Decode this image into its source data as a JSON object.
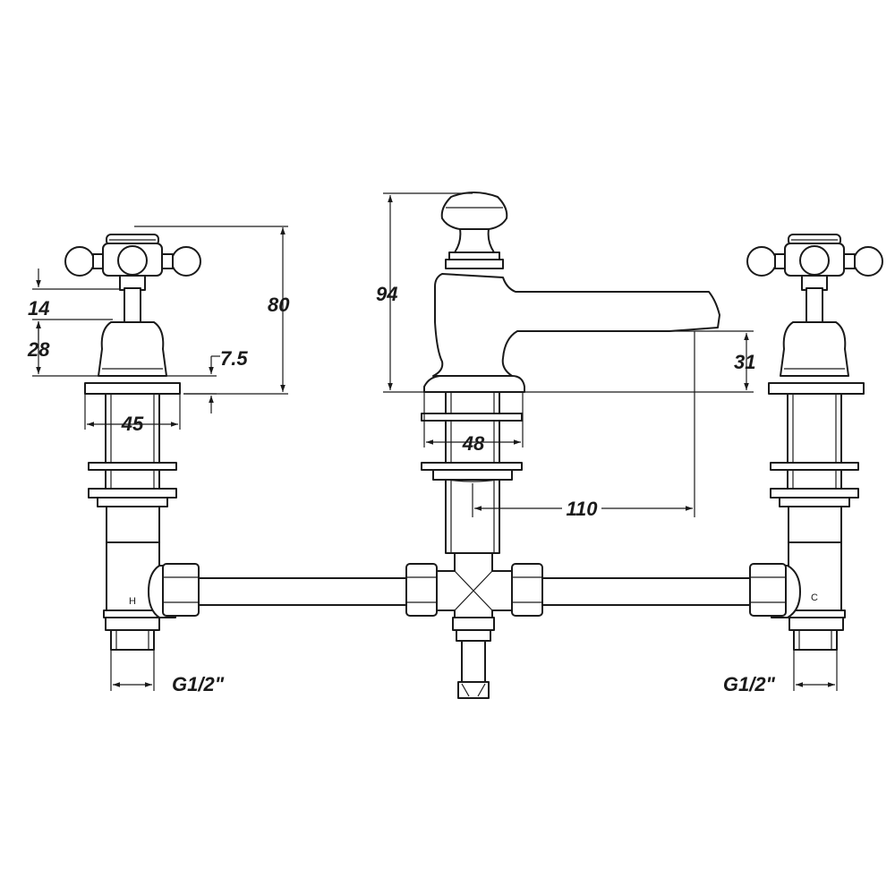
{
  "dimensions": {
    "valve_height": "80",
    "spindle_length": "14",
    "shroud_height": "28",
    "flange_thickness": "7.5",
    "valve_flange_width": "45",
    "spout_height": "94",
    "spout_body_width": "48",
    "spout_projection": "110",
    "spout_outlet_height": "31"
  },
  "connections": {
    "left_thread": "G1/2\"",
    "right_thread": "G1/2\""
  },
  "markings": {
    "hot": "H",
    "cold": "C"
  }
}
